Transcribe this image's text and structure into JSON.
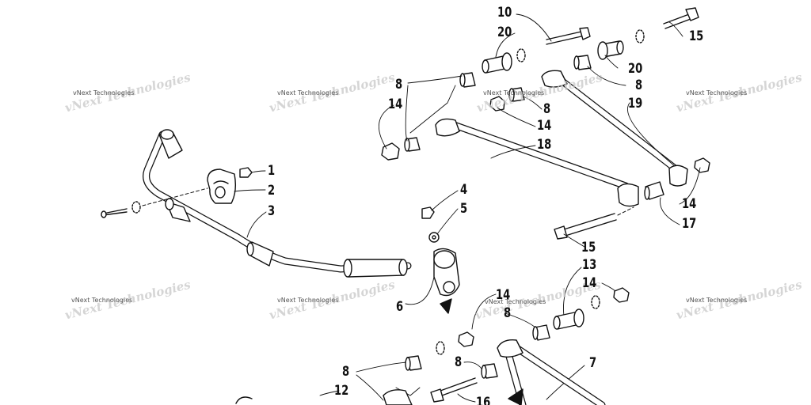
{
  "watermark": {
    "text": "vNext Technologies"
  },
  "callouts": [
    {
      "id": "c10a",
      "label": "10"
    },
    {
      "id": "c20a",
      "label": "20"
    },
    {
      "id": "c15a",
      "label": "15"
    },
    {
      "id": "c20b",
      "label": "20"
    },
    {
      "id": "c8a",
      "label": "8"
    },
    {
      "id": "c14a",
      "label": "14"
    },
    {
      "id": "c8b",
      "label": "8"
    },
    {
      "id": "c8c",
      "label": "8"
    },
    {
      "id": "c19",
      "label": "19"
    },
    {
      "id": "c14b",
      "label": "14"
    },
    {
      "id": "c18",
      "label": "18"
    },
    {
      "id": "c1",
      "label": "1"
    },
    {
      "id": "c2",
      "label": "2"
    },
    {
      "id": "c3",
      "label": "3"
    },
    {
      "id": "c4",
      "label": "4"
    },
    {
      "id": "c5",
      "label": "5"
    },
    {
      "id": "c14c",
      "label": "14"
    },
    {
      "id": "c17",
      "label": "17"
    },
    {
      "id": "c15b",
      "label": "15"
    },
    {
      "id": "c13",
      "label": "13"
    },
    {
      "id": "c14d",
      "label": "14"
    },
    {
      "id": "c6",
      "label": "6"
    },
    {
      "id": "c14e",
      "label": "14"
    },
    {
      "id": "c8d",
      "label": "8"
    },
    {
      "id": "c7",
      "label": "7"
    },
    {
      "id": "c8e",
      "label": "8"
    },
    {
      "id": "c8f",
      "label": "8"
    },
    {
      "id": "c12",
      "label": "12"
    },
    {
      "id": "c16",
      "label": "16"
    }
  ]
}
